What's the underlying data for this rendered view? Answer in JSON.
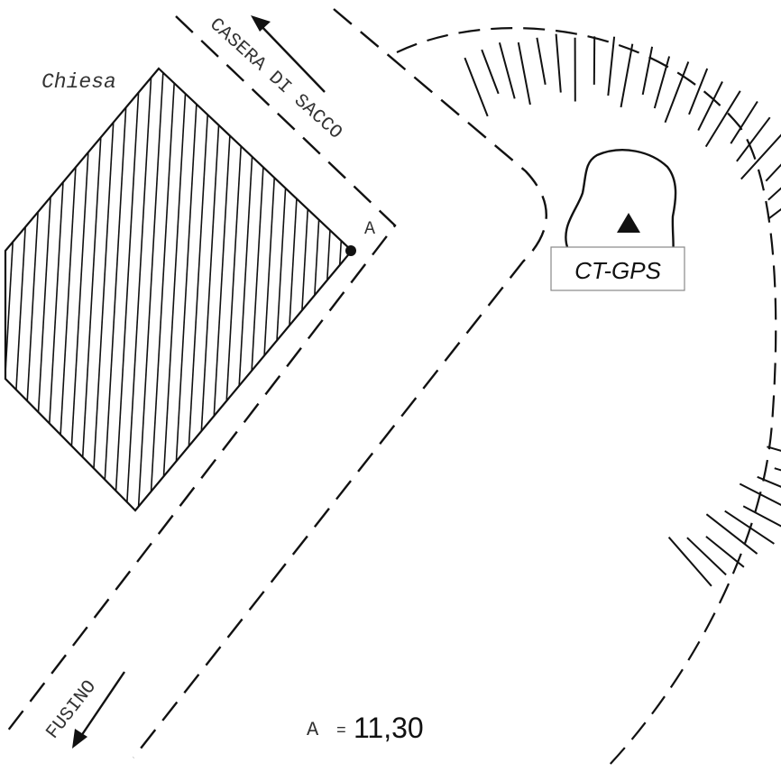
{
  "map": {
    "labels": {
      "church": "Chiesa",
      "road_north": "CASERA DI SACCO",
      "road_south": "FUSINO",
      "point": "A",
      "station": "CT-GPS"
    },
    "footer": {
      "point_label": "A",
      "equals": "=",
      "value": "11,30"
    },
    "icons": [
      "arrow-up-left-icon",
      "arrow-down-left-icon",
      "survey-station-triangle-icon",
      "point-marker-icon"
    ]
  }
}
